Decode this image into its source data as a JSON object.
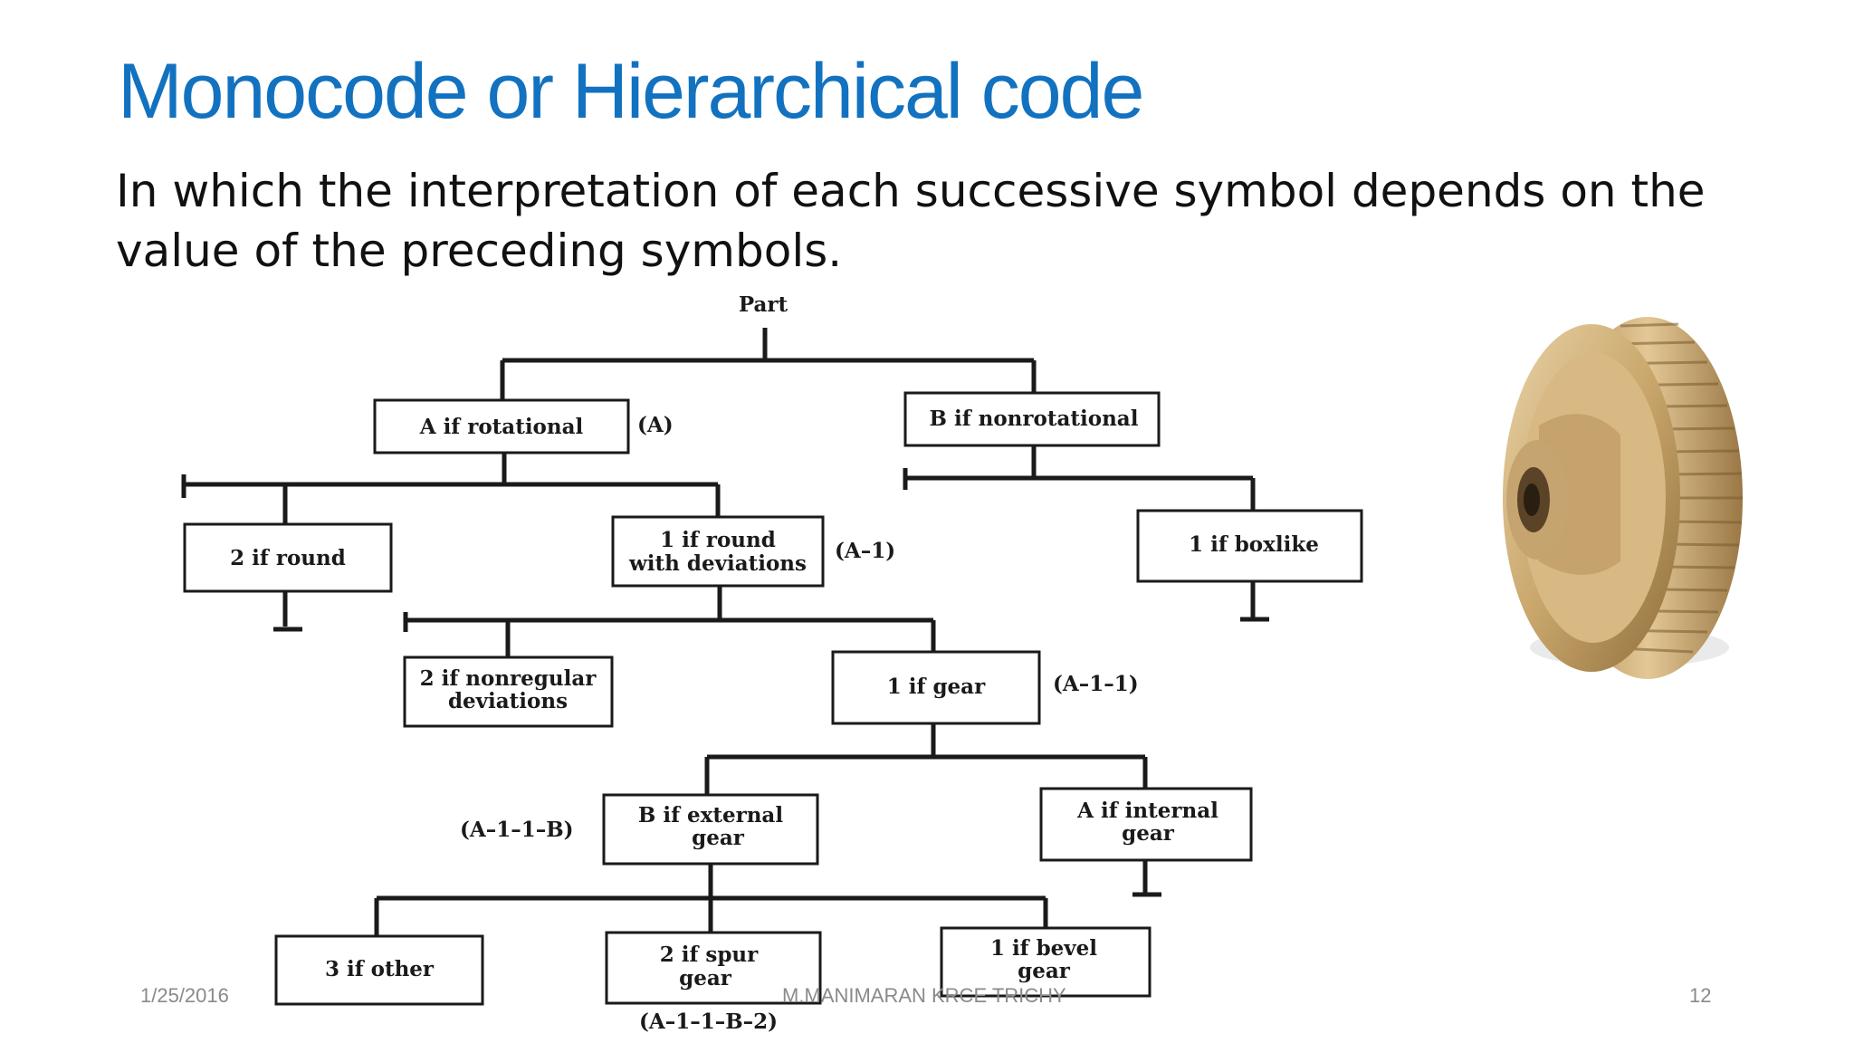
{
  "slide": {
    "title": "Monocode or Hierarchical code",
    "body": "In which the interpretation of each successive symbol depends on the value of the preceding symbols."
  },
  "diagram": {
    "root": "Part",
    "nodes": {
      "rotational": "A if rotational",
      "nonrotational": "B if nonrotational",
      "round": "2 if round",
      "round_dev_1": "1 if round",
      "round_dev_2": "with deviations",
      "boxlike": "1 if boxlike",
      "nonregular_1": "2 if nonregular",
      "nonregular_2": "deviations",
      "gear": "1 if gear",
      "external_1": "B if external",
      "external_2": "gear",
      "internal_1": "A if internal",
      "internal_2": "gear",
      "other": "3 if other",
      "spur_1": "2 if spur",
      "spur_2": "gear",
      "bevel_1": "1 if bevel",
      "bevel_2": "gear"
    },
    "codes": {
      "a": "(A)",
      "a1": "(A–1)",
      "a11": "(A–1–1)",
      "a11b": "(A–1–1–B)",
      "a11b2": "(A–1–1–B–2)"
    }
  },
  "footer": {
    "date": "1/25/2016",
    "author": "M.MANIMARAN KRCE TRICHY",
    "page": "12"
  },
  "colors": {
    "title": "#1272c0",
    "text": "#111111",
    "footer": "#8a8a8a",
    "gear": "#c9a66b"
  },
  "image": {
    "icon": "gear-photo-icon"
  }
}
